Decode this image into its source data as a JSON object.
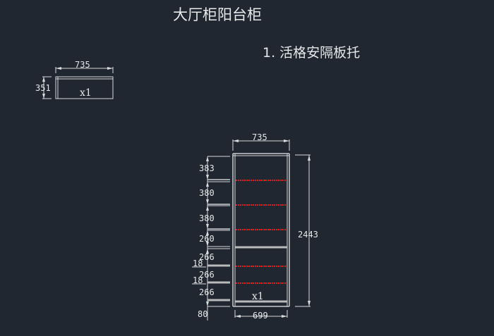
{
  "title": "大厅柜阳台柜",
  "note": "1. 活格安隔板托",
  "small_panel": {
    "width_label": "735",
    "height_label": "351",
    "qty_label": "x1"
  },
  "cabinet": {
    "top_width_label": "735",
    "bottom_width_label": "699",
    "total_height_label": "2443",
    "qty_label": "x1",
    "left_dims": [
      "383",
      "380",
      "380",
      "260",
      "266",
      "266",
      "266",
      "80"
    ],
    "thickness_labels": [
      "18",
      "18"
    ],
    "colors": {
      "background": "#212730",
      "lines": "#d8dadc",
      "adjustable_shelf": "#e02020"
    }
  }
}
